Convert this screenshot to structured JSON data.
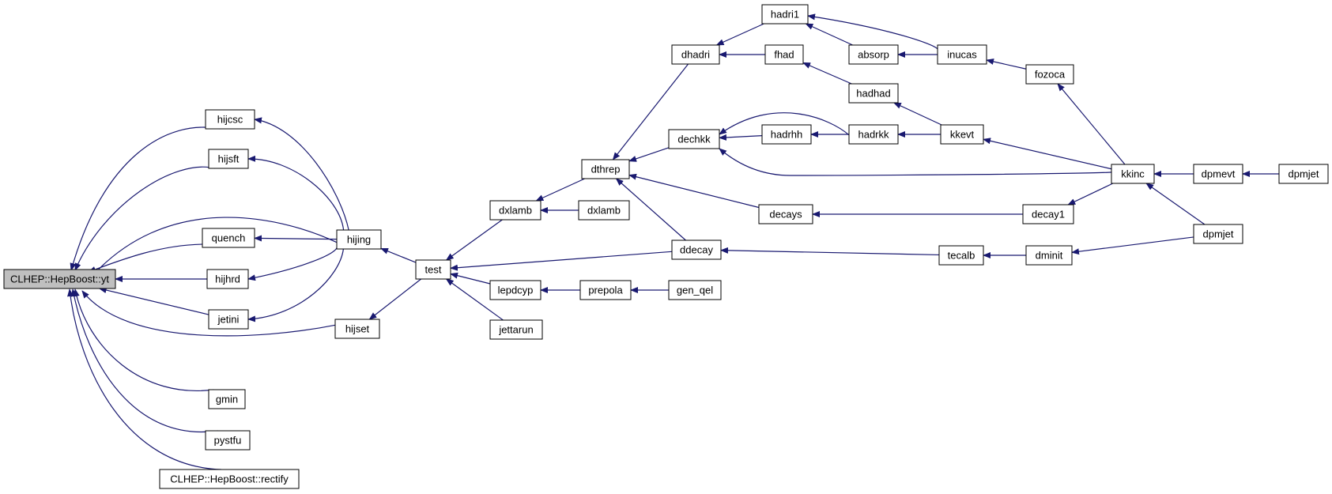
{
  "colors": {
    "edge": "#191970",
    "root_fill": "#bfbfbf",
    "node_fill": "#ffffff",
    "border": "#000000"
  },
  "nodes": [
    {
      "id": "root",
      "label": "CLHEP::HepBoost::yt"
    },
    {
      "id": "hijcsc",
      "label": "hijcsc"
    },
    {
      "id": "hijsft",
      "label": "hijsft"
    },
    {
      "id": "quench",
      "label": "quench"
    },
    {
      "id": "hijhrd",
      "label": "hijhrd"
    },
    {
      "id": "jetini",
      "label": "jetini"
    },
    {
      "id": "gmin",
      "label": "gmin"
    },
    {
      "id": "pystfu",
      "label": "pystfu"
    },
    {
      "id": "rectify",
      "label": "CLHEP::HepBoost::rectify"
    },
    {
      "id": "hijing",
      "label": "hijing"
    },
    {
      "id": "hijset",
      "label": "hijset"
    },
    {
      "id": "test",
      "label": "test"
    },
    {
      "id": "dxlamb1",
      "label": "dxlamb"
    },
    {
      "id": "dxlamb2",
      "label": "dxlamb"
    },
    {
      "id": "lepdcyp",
      "label": "lepdcyp"
    },
    {
      "id": "jettarun",
      "label": "jettarun"
    },
    {
      "id": "prepola",
      "label": "prepola"
    },
    {
      "id": "gen_qel",
      "label": "gen_qel"
    },
    {
      "id": "dthrep",
      "label": "dthrep"
    },
    {
      "id": "dhadri",
      "label": "dhadri"
    },
    {
      "id": "dechkk",
      "label": "dechkk"
    },
    {
      "id": "decays",
      "label": "decays"
    },
    {
      "id": "ddecay",
      "label": "ddecay"
    },
    {
      "id": "hadri1",
      "label": "hadri1"
    },
    {
      "id": "fhad",
      "label": "fhad"
    },
    {
      "id": "absorp",
      "label": "absorp"
    },
    {
      "id": "inucas",
      "label": "inucas"
    },
    {
      "id": "hadhad",
      "label": "hadhad"
    },
    {
      "id": "hadrhh",
      "label": "hadrhh"
    },
    {
      "id": "hadrkk",
      "label": "hadrkk"
    },
    {
      "id": "kkevt",
      "label": "kkevt"
    },
    {
      "id": "fozoca",
      "label": "fozoca"
    },
    {
      "id": "kkinc",
      "label": "kkinc"
    },
    {
      "id": "decay1",
      "label": "decay1"
    },
    {
      "id": "tecalb",
      "label": "tecalb"
    },
    {
      "id": "dminit",
      "label": "dminit"
    },
    {
      "id": "dpmevt",
      "label": "dpmevt"
    },
    {
      "id": "dpmjet1",
      "label": "dpmjet"
    },
    {
      "id": "dpmjet2",
      "label": "dpmjet"
    }
  ],
  "edges": [
    {
      "from": "hijcsc",
      "to": "root"
    },
    {
      "from": "hijsft",
      "to": "root"
    },
    {
      "from": "quench",
      "to": "root"
    },
    {
      "from": "hijhrd",
      "to": "root"
    },
    {
      "from": "jetini",
      "to": "root"
    },
    {
      "from": "gmin",
      "to": "root"
    },
    {
      "from": "pystfu",
      "to": "root"
    },
    {
      "from": "rectify",
      "to": "root"
    },
    {
      "from": "hijing",
      "to": "root"
    },
    {
      "from": "hijset",
      "to": "root"
    },
    {
      "from": "hijing",
      "to": "hijcsc"
    },
    {
      "from": "hijing",
      "to": "hijsft"
    },
    {
      "from": "hijing",
      "to": "quench"
    },
    {
      "from": "hijing",
      "to": "hijhrd"
    },
    {
      "from": "hijing",
      "to": "jetini"
    },
    {
      "from": "test",
      "to": "hijing"
    },
    {
      "from": "test",
      "to": "hijset"
    },
    {
      "from": "dxlamb1",
      "to": "test"
    },
    {
      "from": "ddecay",
      "to": "test"
    },
    {
      "from": "lepdcyp",
      "to": "test"
    },
    {
      "from": "jettarun",
      "to": "test"
    },
    {
      "from": "dthrep",
      "to": "dxlamb1"
    },
    {
      "from": "dxlamb2",
      "to": "dxlamb1"
    },
    {
      "from": "prepola",
      "to": "lepdcyp"
    },
    {
      "from": "gen_qel",
      "to": "prepola"
    },
    {
      "from": "dhadri",
      "to": "dthrep"
    },
    {
      "from": "dechkk",
      "to": "dthrep"
    },
    {
      "from": "decays",
      "to": "dthrep"
    },
    {
      "from": "ddecay",
      "to": "dthrep"
    },
    {
      "from": "hadri1",
      "to": "dhadri"
    },
    {
      "from": "fhad",
      "to": "dhadri"
    },
    {
      "from": "hadhad",
      "to": "fhad"
    },
    {
      "from": "inucas",
      "to": "hadri1"
    },
    {
      "from": "absorp",
      "to": "hadri1"
    },
    {
      "from": "inucas",
      "to": "absorp"
    },
    {
      "from": "fozoca",
      "to": "inucas"
    },
    {
      "from": "kkevt",
      "to": "hadhad"
    },
    {
      "from": "hadrhh",
      "to": "dechkk"
    },
    {
      "from": "hadrkk",
      "to": "dechkk"
    },
    {
      "from": "kkinc",
      "to": "dechkk"
    },
    {
      "from": "hadrkk",
      "to": "hadrhh"
    },
    {
      "from": "kkevt",
      "to": "hadrkk"
    },
    {
      "from": "kkinc",
      "to": "kkevt"
    },
    {
      "from": "kkinc",
      "to": "fozoca"
    },
    {
      "from": "decay1",
      "to": "decays"
    },
    {
      "from": "kkinc",
      "to": "decay1"
    },
    {
      "from": "tecalb",
      "to": "ddecay"
    },
    {
      "from": "dminit",
      "to": "tecalb"
    },
    {
      "from": "dpmjet2",
      "to": "dminit"
    },
    {
      "from": "dpmevt",
      "to": "kkinc"
    },
    {
      "from": "dpmjet2",
      "to": "kkinc"
    },
    {
      "from": "dpmjet1",
      "to": "dpmevt"
    }
  ]
}
